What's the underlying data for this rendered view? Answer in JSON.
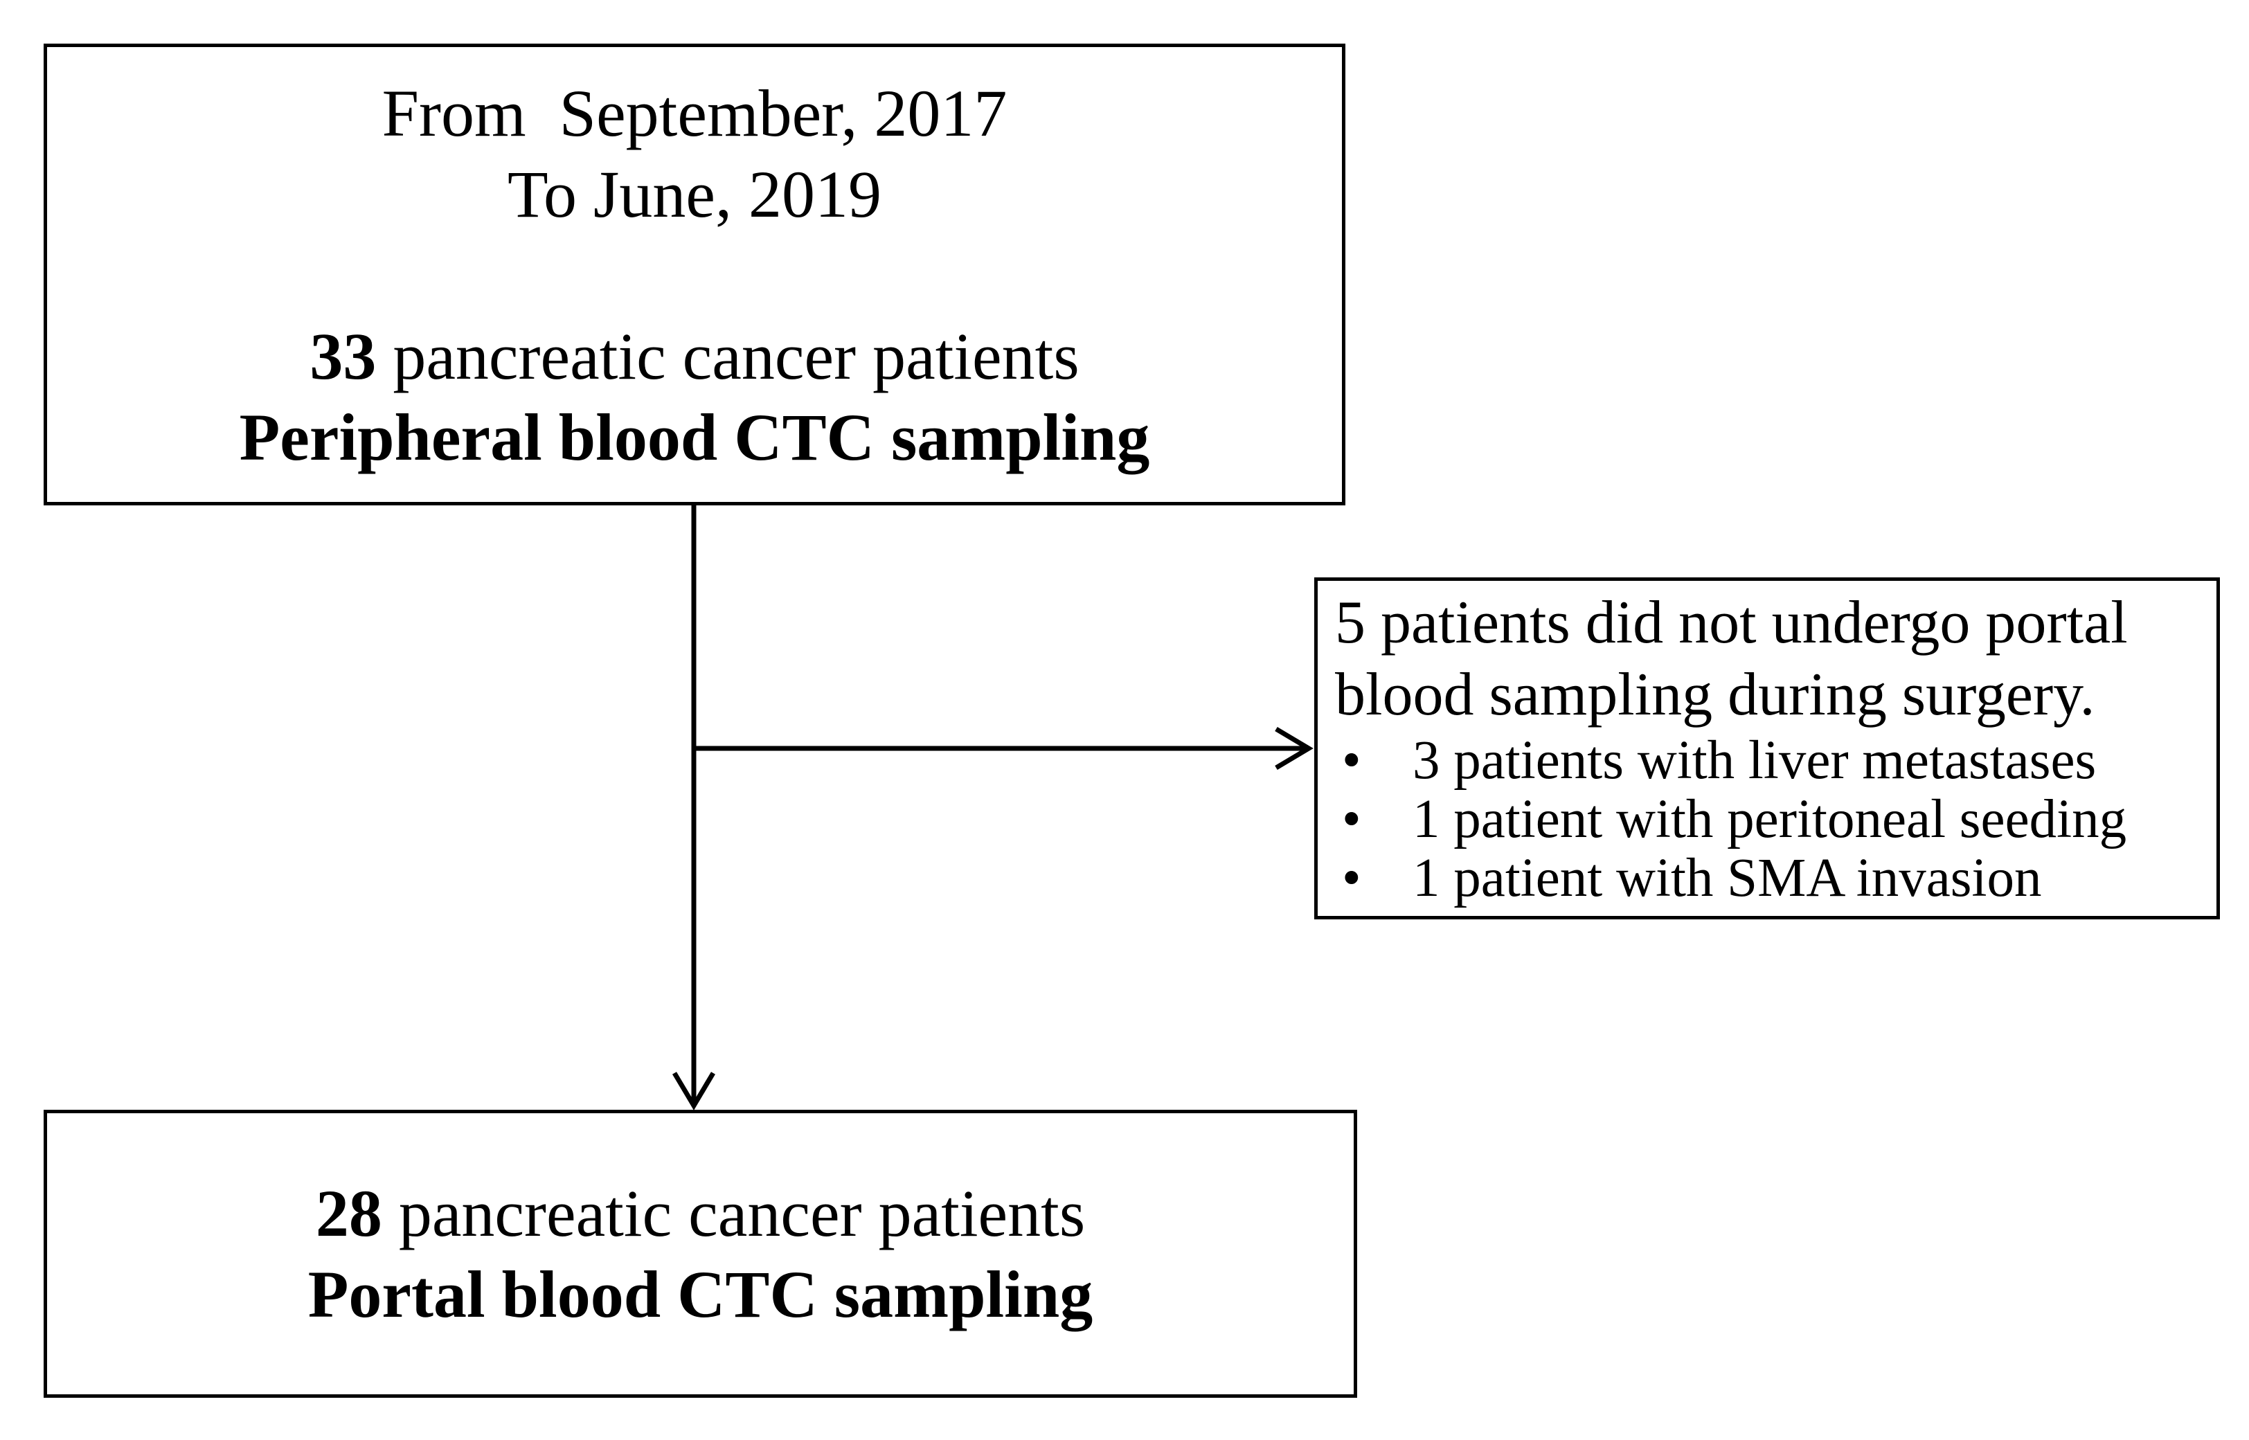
{
  "figure": {
    "background_color": "#ffffff",
    "line_color": "#000000"
  },
  "top_box": {
    "date_line1": "From  September, 2017",
    "date_line2": "To June, 2019",
    "count": "33",
    "count_suffix": " pancreatic cancer patients",
    "bold_line": "Peripheral blood CTC sampling"
  },
  "side_box": {
    "heading_lines": {
      "0": "5 patients did not undergo portal",
      "1": "blood sampling during surgery."
    },
    "bullet_glyph": "•",
    "bullets": {
      "0": "3 patients with liver metastases",
      "1": "1 patient with peritoneal seeding",
      "2": "1 patient with SMA invasion"
    }
  },
  "bottom_box": {
    "count": "28",
    "count_suffix": " pancreatic cancer patients",
    "bold_line": "Portal blood CTC sampling"
  }
}
